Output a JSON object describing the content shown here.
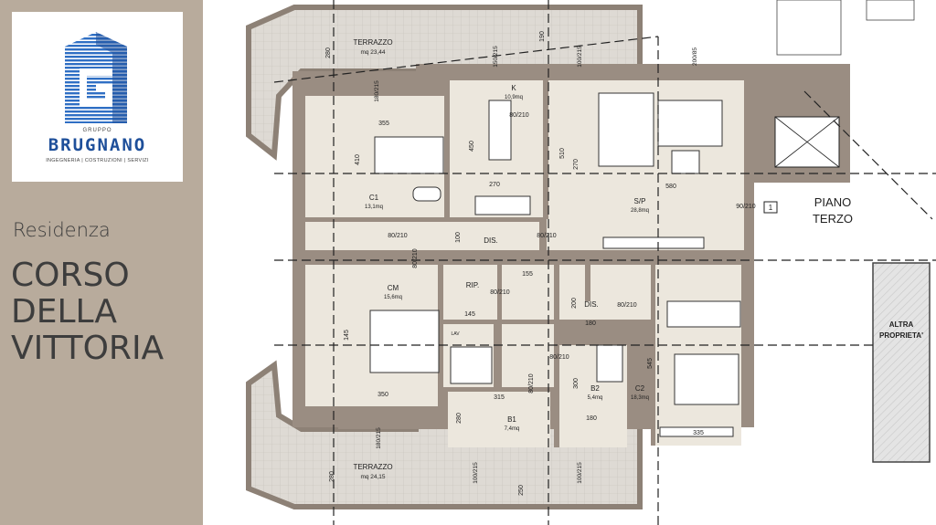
{
  "brand": {
    "small_text": "GRUPPO",
    "name": "BRUGNANO",
    "tagline": "INGEGNERIA | COSTRUZIONI | SERVIZI",
    "logo_color": "#2f6fc4"
  },
  "project": {
    "label": "Residenza",
    "title_lines": [
      "CORSO",
      "DELLA",
      "VITTORIA"
    ]
  },
  "floor": {
    "line1": "PIANO",
    "line2": "TERZO"
  },
  "other_property": {
    "line1": "ALTRA",
    "line2": "PROPRIETA'"
  },
  "rooms": {
    "terrace_top": {
      "name": "TERRAZZO",
      "area": "mq 23,44"
    },
    "terrace_bottom": {
      "name": "TERRAZZO",
      "area": "mq 24,15"
    },
    "kitchen": {
      "name": "K",
      "area": "10,9mq"
    },
    "c1": {
      "name": "C1",
      "area": "13,1mq"
    },
    "sp": {
      "name": "S/P",
      "area": "28,8mq"
    },
    "dis1": {
      "name": "DIS."
    },
    "dis2": {
      "name": "DIS."
    },
    "cm": {
      "name": "CM",
      "area": "15,6mq"
    },
    "rip": {
      "name": "RIP."
    },
    "b1": {
      "name": "B1",
      "area": "7,4mq"
    },
    "b2": {
      "name": "B2",
      "area": "5,4mq"
    },
    "c2": {
      "name": "C2",
      "area": "18,3mq"
    },
    "lav": {
      "name": "LAV"
    }
  },
  "dimensions": {
    "d355": "355",
    "d410": "410",
    "d450": "450",
    "d510": "510",
    "d270": "270",
    "d580": "580",
    "d100": "100",
    "d155": "155",
    "d145a": "145",
    "d145b": "145",
    "d350": "350",
    "d315": "315",
    "d180a": "180",
    "d180b": "180",
    "d300": "300",
    "d545": "545",
    "d335": "335",
    "d280a": "280",
    "d280b": "280",
    "d250": "250",
    "d190": "190",
    "d200": "200",
    "d270b": "270",
    "d280c": "280"
  },
  "doors": {
    "door_d1": "80/210",
    "door_d2": "80/210",
    "door_d3": "80/210",
    "door_d4": "80/210",
    "door_d5": "80/210",
    "door_d6": "80/210",
    "door_d7": "80/210",
    "door_d8": "80/210",
    "door_entry": "90/210"
  },
  "windows": {
    "w1": "150/215",
    "w2": "100/215",
    "w3": "200/85",
    "w4": "180/215",
    "w5": "180/215",
    "w6": "100/215",
    "w7": "100/215"
  },
  "entry_badge": "1",
  "colors": {
    "wall": "#9a8d82",
    "floor": "#ece7dd",
    "terrace": "#dedad4",
    "grid_line": "#222222",
    "sidebar": "#b8ab9c"
  }
}
